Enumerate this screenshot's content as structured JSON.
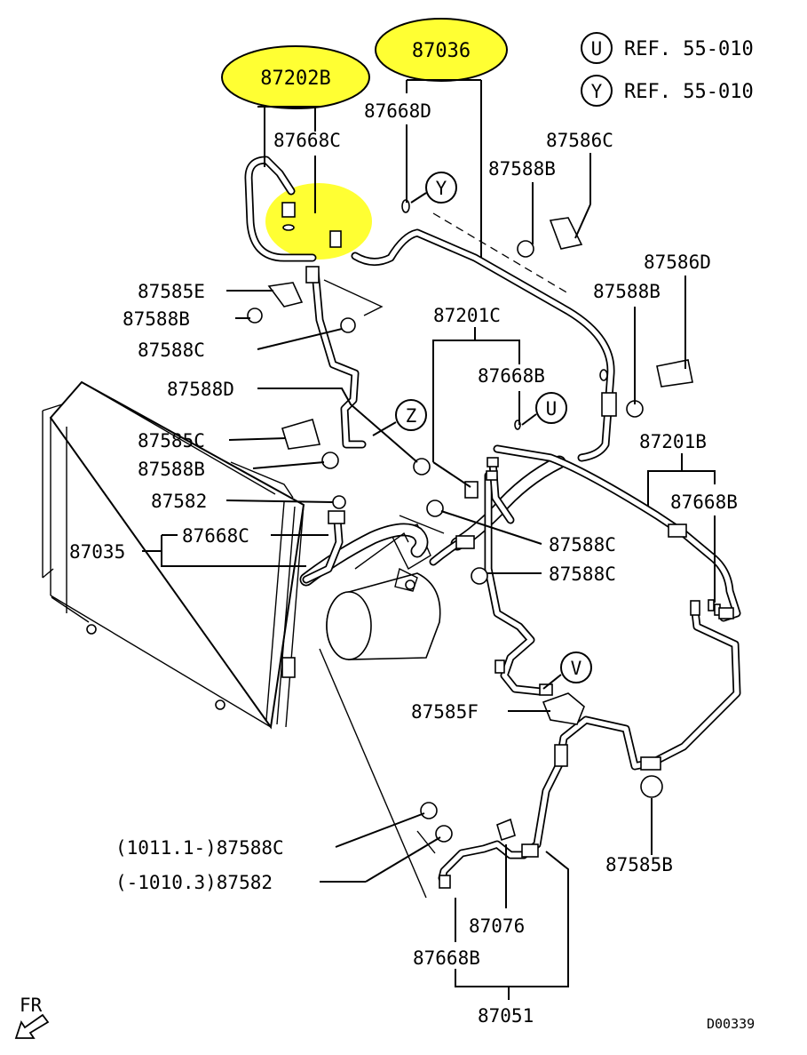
{
  "diagram_id": "D00339",
  "direction_label": "FR",
  "references": [
    {
      "letter": "U",
      "text": "REF. 55-010"
    },
    {
      "letter": "Y",
      "text": "REF. 55-010"
    }
  ],
  "highlight_color": "#ffff33",
  "highlighted_parts": [
    "87202B",
    "87036"
  ],
  "circle_markers": {
    "y": "Y",
    "z": "Z",
    "u": "U",
    "v": "V"
  },
  "labels": {
    "p87202B": "87202B",
    "p87036": "87036",
    "p87668D": "87668D",
    "p87668C_top": "87668C",
    "p87586C": "87586C",
    "p87588B_top": "87588B",
    "p87586D": "87586D",
    "p87588B_right": "87588B",
    "p87585E": "87585E",
    "p87588B_left1": "87588B",
    "p87588C_left1": "87588C",
    "p87201C": "87201C",
    "p87668B_mid": "87668B",
    "p87588D": "87588D",
    "p87585C": "87585C",
    "p87588B_left2": "87588B",
    "p87582_left": "87582",
    "p87035": "87035",
    "p87668C_left": "87668C",
    "p87201B": "87201B",
    "p87668B_right": "87668B",
    "p87588C_mid1": "87588C",
    "p87588C_mid2": "87588C",
    "p87585F": "87585F",
    "p87585B": "87585B",
    "p87588C_bottom": "(1011.1-)87588C",
    "p87582_bottom": "(-1010.3)87582",
    "p87076": "87076",
    "p87668B_bottom": "87668B",
    "p87051": "87051"
  }
}
